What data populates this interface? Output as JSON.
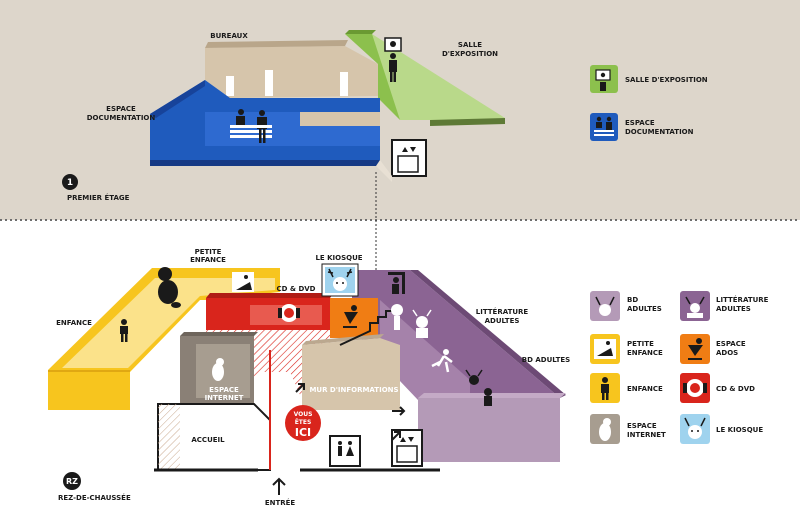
{
  "colors": {
    "upper_bg": "#ddd6cb",
    "blue": "#1f5bbd",
    "blue_dark": "#17439a",
    "green": "#8cc04d",
    "green_dark": "#6a9a32",
    "beige": "#d6c5ab",
    "beige_dark": "#b9a68a",
    "yellow": "#f7c51e",
    "yellow_light": "#fbe28a",
    "red": "#d9251c",
    "orange": "#f07d14",
    "purple": "#8b6493",
    "purple_light": "#c4aac6",
    "mauve": "#b49ab7",
    "taupe": "#a79d90",
    "gray": "#6d6d6d",
    "dark": "#1a1a1a"
  },
  "floor_upper": {
    "number": "1",
    "name": "PREMIER ÉTAGE",
    "bureaux": "BUREAUX",
    "salle_line1": "SALLE",
    "salle_line2": "D'EXPOSITION",
    "doc_line1": "ESPACE",
    "doc_line2": "DOCUMENTATION"
  },
  "floor_ground": {
    "number": "RZ",
    "name": "REZ-DE-CHAUSSÉE",
    "petite_line1": "PETITE",
    "petite_line2": "ENFANCE",
    "enfance": "ENFANCE",
    "kiosque": "LE KIOSQUE",
    "cd_dvd": "CD & DVD",
    "litt_line1": "LITTÉRATURE",
    "litt_line2": "ADULTES",
    "bd_adultes": "BD ADULTES",
    "internet_line1": "ESPACE",
    "internet_line2": "INTERNET",
    "accueil": "ACCUEIL",
    "mur": "MUR D'INFORMATIONS",
    "entree": "ENTRÉE",
    "vous_line1": "VOUS",
    "vous_line2": "ÊTES",
    "vous_line3": "ICI"
  },
  "legend_upper": [
    {
      "icon": "exhibition-icon",
      "line1": "SALLE D'EXPOSITION",
      "line2": ""
    },
    {
      "icon": "documentation-icon",
      "line1": "ESPACE",
      "line2": "DOCUMENTATION"
    }
  ],
  "legend_ground": [
    {
      "icon": "bd-adultes-icon",
      "line1": "BD",
      "line2": "ADULTES"
    },
    {
      "icon": "litterature-icon",
      "line1": "LITTÉRATURE",
      "line2": "ADULTES"
    },
    {
      "icon": "petite-enfance-icon",
      "line1": "PETITE",
      "line2": "ENFANCE"
    },
    {
      "icon": "espace-ados-icon",
      "line1": "ESPACE",
      "line2": "ADOS"
    },
    {
      "icon": "enfance-icon",
      "line1": "ENFANCE",
      "line2": ""
    },
    {
      "icon": "cd-dvd-icon",
      "line1": "CD & DVD",
      "line2": ""
    },
    {
      "icon": "espace-internet-icon",
      "line1": "ESPACE",
      "line2": "INTERNET"
    },
    {
      "icon": "kiosque-icon",
      "line1": "LE KIOSQUE",
      "line2": ""
    }
  ]
}
